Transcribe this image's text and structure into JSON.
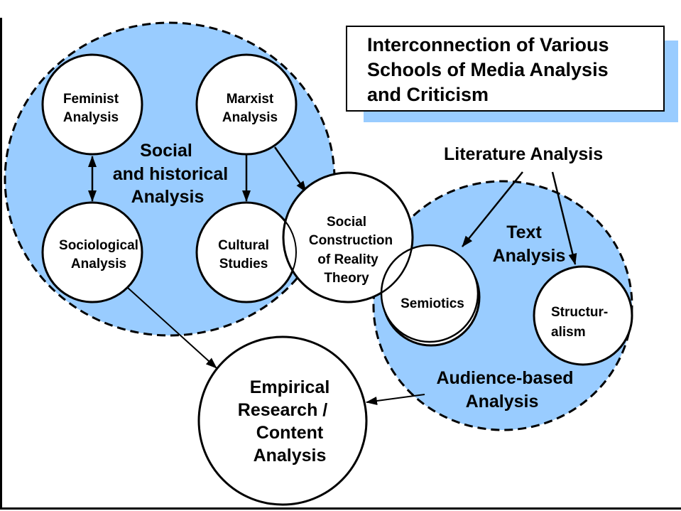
{
  "title": {
    "lines": [
      "Interconnection of Various",
      "Schools of Media Analysis",
      "and Criticism"
    ]
  },
  "groups": {
    "social_historical": [
      "Social",
      "and historical",
      "Analysis"
    ],
    "text_analysis": [
      "Text",
      "Analysis"
    ],
    "audience_based": [
      "Audience-based",
      "Analysis"
    ],
    "literature": "Literature Analysis"
  },
  "nodes": {
    "feminist": [
      "Feminist",
      "Analysis"
    ],
    "marxist": [
      "Marxist",
      "Analysis"
    ],
    "sociological": [
      "Sociological",
      "Analysis"
    ],
    "cultural": [
      "Cultural",
      "Studies"
    ],
    "social_construction": [
      "Social",
      "Construction",
      "of Reality",
      "Theory"
    ],
    "semiotics": "Semiotics",
    "structuralism": [
      "Structur-",
      "alism"
    ],
    "empirical": [
      "Empirical",
      "Research /",
      "Content",
      "Analysis"
    ]
  },
  "colors": {
    "group_fill": "#99ccff",
    "shadow": "#99ccff",
    "stroke": "#000000"
  }
}
